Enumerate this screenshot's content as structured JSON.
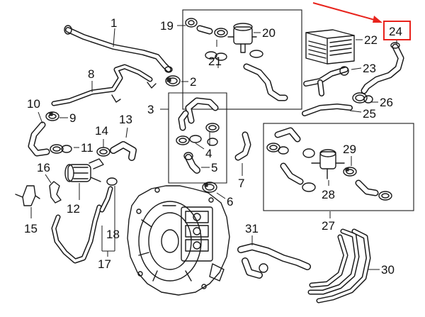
{
  "colors": {
    "line": "#1a1a1a",
    "background": "#ffffff",
    "highlight": "#e8231c"
  },
  "highlighted_part": "24",
  "callouts": {
    "c1": "1",
    "c2": "2",
    "c3": "3",
    "c4": "4",
    "c5": "5",
    "c6": "6",
    "c7": "7",
    "c8": "8",
    "c9": "9",
    "c10": "10",
    "c11": "11",
    "c12": "12",
    "c13": "13",
    "c14": "14",
    "c15": "15",
    "c16": "16",
    "c17": "17",
    "c18": "18",
    "c19": "19",
    "c20": "20",
    "c21": "21",
    "c22": "22",
    "c23": "23",
    "c24": "24",
    "c25": "25",
    "c26": "26",
    "c27": "27",
    "c28": "28",
    "c29": "29",
    "c30": "30",
    "c31": "31"
  }
}
